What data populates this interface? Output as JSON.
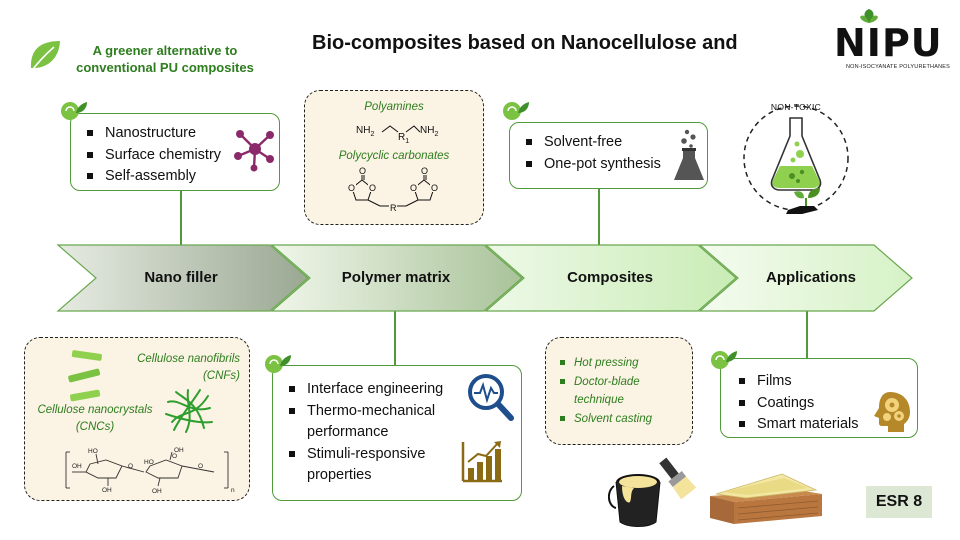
{
  "title": "Bio-composites based on Nanocellulose and",
  "logo": {
    "name": "NIPU",
    "subtitle": "NON-ISOCYANATE POLYURETHANES"
  },
  "tagline": "A greener alternative to conventional PU composites",
  "stages": [
    {
      "label": "Nano filler",
      "color": "#b3c1ab"
    },
    {
      "label": "Polymer matrix",
      "color": "#c2d4b6"
    },
    {
      "label": "Composites",
      "color": "#d8efcb"
    },
    {
      "label": "Applications",
      "color": "#e4f6da"
    }
  ],
  "nano_filler_box": {
    "items": [
      "Nanostructure",
      "Surface chemistry",
      "Self-assembly"
    ]
  },
  "monomers_box": {
    "polyamines": "Polyamines",
    "amine_formula": {
      "left": "NH",
      "left_sub": "2",
      "r": "R",
      "r_sub": "1",
      "right": "NH",
      "right_sub": "2"
    },
    "carbonates": "Polycyclic carbonates",
    "carbonate_r": "R",
    "ring_atom": "O"
  },
  "composites_box": {
    "items": [
      "Solvent-free",
      "One-pot synthesis"
    ]
  },
  "non_toxic": "NON-TOXIC",
  "cellulose_box": {
    "cnf_label": "Cellulose nanofibrils (CNFs)",
    "cnc_label": "Cellulose nanocrystals (CNCs)",
    "structure_labels": [
      "HO",
      "OH",
      "O",
      "HO",
      "OH",
      "O",
      "OH",
      "OH",
      "O",
      "n"
    ]
  },
  "matrix_props_box": {
    "items": [
      "Interface engineering",
      "Thermo-mechanical performance",
      "Stimuli-responsive properties"
    ]
  },
  "methods_box": {
    "items": [
      "Hot pressing",
      "Doctor-blade technique",
      "Solvent casting"
    ]
  },
  "applications_box": {
    "items": [
      "Films",
      "Coatings",
      "Smart materials"
    ]
  },
  "esr": "ESR 8",
  "colors": {
    "accent_green": "#2e7d1f",
    "box_border": "#4f9a3a",
    "dashed_fill": "#fbf3e3"
  }
}
